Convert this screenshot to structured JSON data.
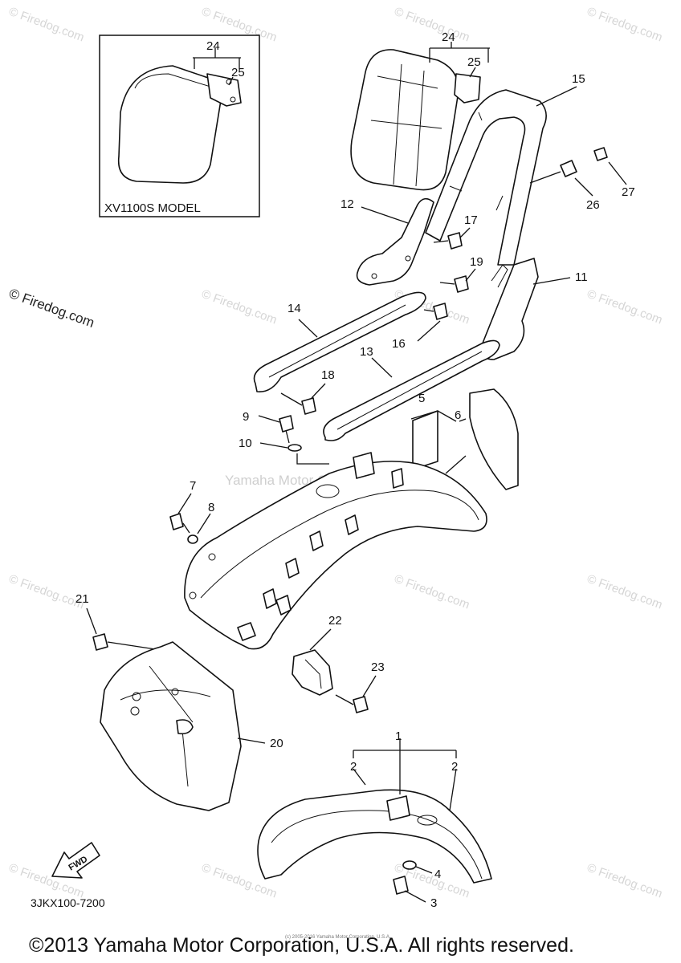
{
  "watermarks": {
    "firedog": "© Firedog.com",
    "yamaha": "Yamaha Motor Corp., U.S.A.",
    "tiny": "(c) 2005-2016 Yamaha Motor Corporation, U.S.A."
  },
  "inset": {
    "title": "XV1100S MODEL",
    "callouts": [
      "24",
      "25"
    ]
  },
  "callouts": {
    "c1": "1",
    "c2a": "2",
    "c2b": "2",
    "c3": "3",
    "c4": "4",
    "c5": "5",
    "c6": "6",
    "c7": "7",
    "c8": "8",
    "c9": "9",
    "c10": "10",
    "c11": "11",
    "c12": "12",
    "c13": "13",
    "c14": "14",
    "c15": "15",
    "c16": "16",
    "c17": "17",
    "c18": "18",
    "c19": "19",
    "c20": "20",
    "c21": "21",
    "c22": "22",
    "c23": "23",
    "c24": "24",
    "c25": "25",
    "c26": "26",
    "c27": "27"
  },
  "fwd_label": "FWD",
  "reference_code": "3JKX100-7200",
  "copyright": "©2013 Yamaha Motor Corporation, U.S.A. All rights reserved."
}
